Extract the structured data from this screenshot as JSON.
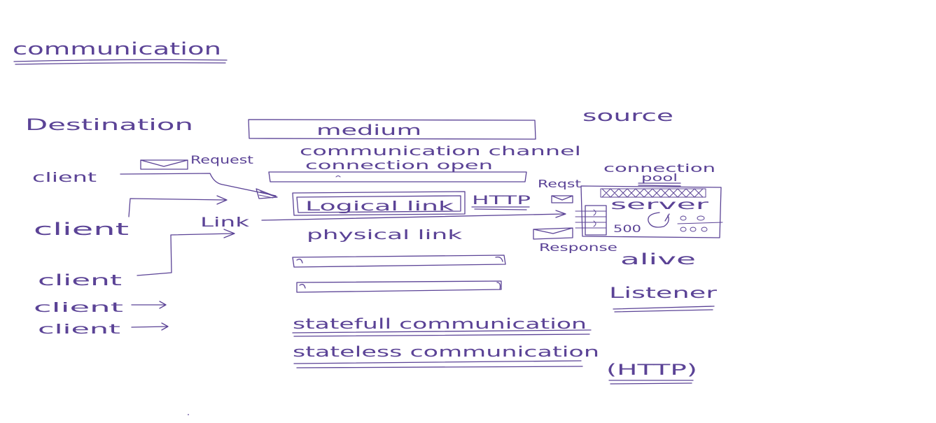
{
  "title": "communication",
  "labels": {
    "destination": "Destination",
    "medium": "medium",
    "source": "source",
    "communication_channel": "communication channel",
    "connection_open": "connection open",
    "request_left": "Request",
    "request_right": "Reqst",
    "link": "Link",
    "logical_link": "Logical link",
    "http": "HTTP",
    "physical_link": "physical link",
    "connection_pool_top": "connection",
    "connection_pool_bottom": "pool",
    "server": "server",
    "server_count": "500",
    "response": "Response",
    "alive": "alive",
    "listener": "Listener",
    "stateful": "statefull communication",
    "stateless": "stateless communication",
    "chttp": "(HTTP)"
  },
  "clients": [
    "client",
    "client",
    "client",
    "client",
    "client"
  ],
  "colors": {
    "ink": "#5b4396",
    "background": "#ffffff"
  }
}
